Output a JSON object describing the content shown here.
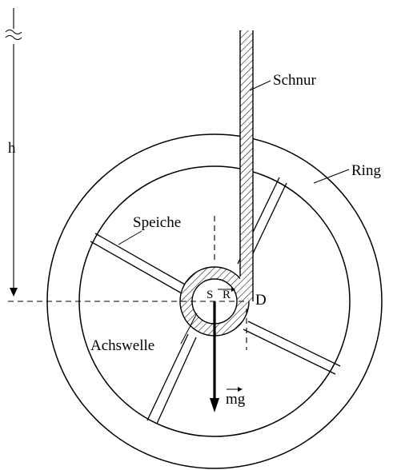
{
  "labels": {
    "height": "h",
    "string": "Schnur",
    "ring": "Ring",
    "spoke": "Speiche",
    "axle": "Achswelle",
    "center": "S",
    "radius": "R",
    "contact_point": "D",
    "weight": "mg"
  },
  "colors": {
    "line": "#000000",
    "background": "#ffffff"
  }
}
